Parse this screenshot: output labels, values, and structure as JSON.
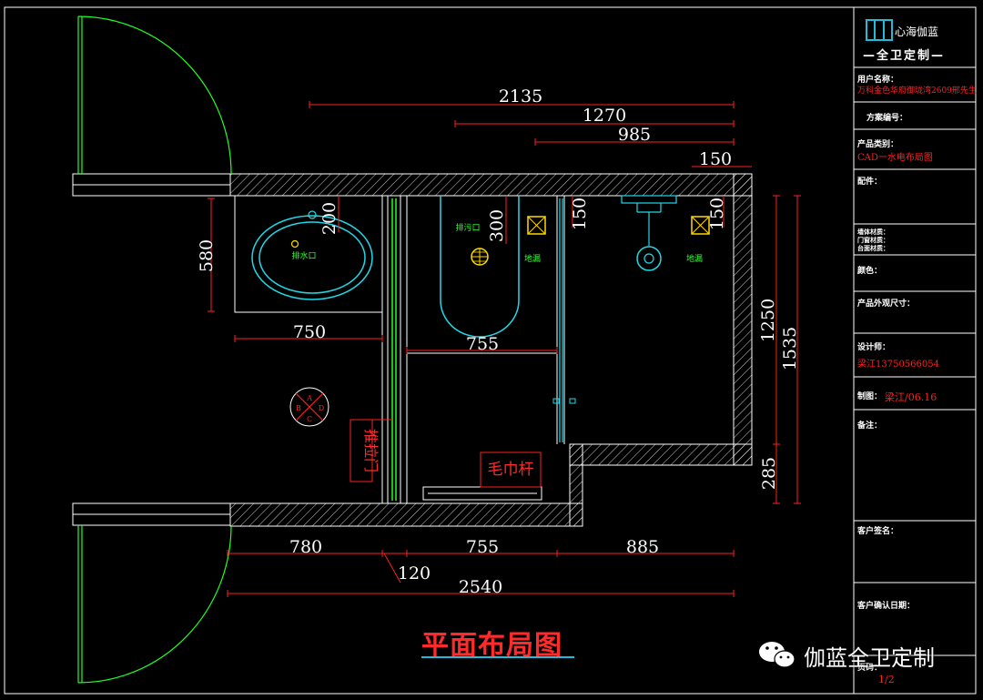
{
  "drawing": {
    "title": "平面布局图",
    "dimensions_top": [
      "2135",
      "1270",
      "985",
      "150"
    ],
    "dimensions_bottom": [
      "780",
      "755",
      "885",
      "120",
      "2540"
    ],
    "dimensions_left": [
      "580"
    ],
    "dimensions_right": [
      "1250",
      "1535",
      "285"
    ],
    "dimensions_inner": [
      "750",
      "755",
      "200",
      "300",
      "150",
      "150"
    ],
    "labels": {
      "basin_drain": "排水口",
      "sewage_outlet": "排污口",
      "floor_drain_1": "地漏",
      "floor_drain_2": "地漏",
      "sliding_door": "推拉门",
      "towel_bar": "毛巾杆",
      "compass": [
        "A",
        "B",
        "C",
        "D"
      ]
    },
    "colors": {
      "background": "#000000",
      "wall": "#ffffff",
      "dimension_line": "#ff2020",
      "fixture": "#22d8e8",
      "door": "#22ff22",
      "label_green": "#33ff33",
      "label_red": "#ff2a2a",
      "drain_yellow": "#ffd800"
    }
  },
  "title_block": {
    "brand_name": "心海伽蓝",
    "brand_sub": "—全卫定制—",
    "fields": [
      {
        "label": "用户名称：",
        "value": "万科金色华府御珑湾2609邢先生"
      },
      {
        "label": "方案编号：",
        "value": ""
      },
      {
        "label": "产品类别：",
        "value": "CAD一水电布局图"
      },
      {
        "label": "配件：",
        "value": ""
      },
      {
        "label": "墙体材质：",
        "value": ""
      },
      {
        "label": "门窗材质：",
        "value": ""
      },
      {
        "label": "台面材质：",
        "value": ""
      },
      {
        "label": "颜色：",
        "value": ""
      },
      {
        "label": "产品外观尺寸：",
        "value": ""
      },
      {
        "label": "设计师：",
        "value": "梁江13750566054"
      },
      {
        "label": "制图：",
        "value": "梁江/06.16"
      },
      {
        "label": "备注：",
        "value": ""
      },
      {
        "label": "客户签名：",
        "value": ""
      },
      {
        "label": "客户确认日期：",
        "value": ""
      },
      {
        "label": "页码：",
        "value": "1/2"
      }
    ]
  },
  "watermark": {
    "text": "伽蓝全卫定制",
    "icon": "wechat-icon"
  }
}
